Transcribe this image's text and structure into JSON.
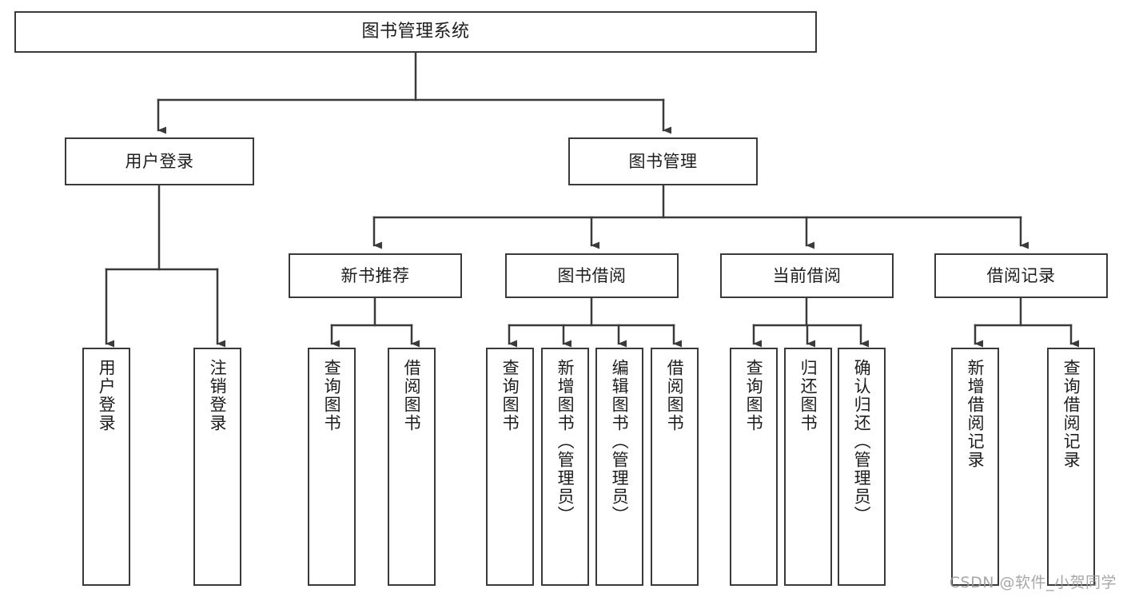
{
  "diagram": {
    "title": "图书管理系统",
    "type": "功能结构图",
    "colors": {
      "background": "#ffffff",
      "box_border": "#3a3a3a",
      "box_fill": "#ffffff",
      "edge": "#3a3a3a",
      "text": "#1d1d1d",
      "watermark": "#9b9b9b"
    },
    "root": {
      "label": "图书管理系统"
    },
    "level2": [
      {
        "label": "用户登录"
      },
      {
        "label": "图书管理"
      }
    ],
    "level3": [
      {
        "label": "新书推荐"
      },
      {
        "label": "图书借阅"
      },
      {
        "label": "当前借阅"
      },
      {
        "label": "借阅记录"
      }
    ],
    "leaves": {
      "user_login": [
        {
          "label": "用户登录"
        },
        {
          "label": "注销登录"
        }
      ],
      "new_book_recommend": [
        {
          "label": "查询图书"
        },
        {
          "label": "借阅图书"
        }
      ],
      "book_borrow": [
        {
          "label": "查询图书"
        },
        {
          "label": "新增图书（管理员）"
        },
        {
          "label": "编辑图书（管理员）"
        },
        {
          "label": "借阅图书"
        }
      ],
      "current_borrow": [
        {
          "label": "查询图书"
        },
        {
          "label": "归还图书"
        },
        {
          "label": "确认归还（管理员）"
        }
      ],
      "borrow_record": [
        {
          "label": "新增借阅记录"
        },
        {
          "label": "查询借阅记录"
        }
      ]
    },
    "watermark": "CSDN @软件_小贺同学"
  }
}
